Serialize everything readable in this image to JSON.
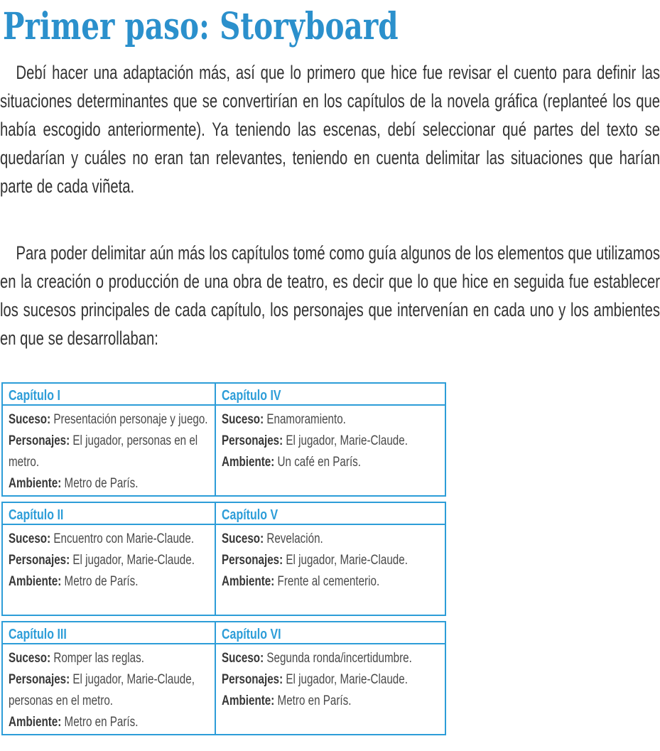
{
  "page": {
    "title": "Primer paso: Storyboard",
    "paragraphs": [
      "Debí hacer una adaptación más, así que lo primero que hice fue revisar el cuento para definir las situaciones determinantes que se convertirían en los capítulos de la novela gráfica (replanteé los que había escogido anteriormente). Ya teniendo las escenas, debí seleccionar qué partes del texto se quedarían y cuáles no eran tan relevantes, teniendo en cuenta delimitar las situaciones que harían parte de cada viñeta.",
      "Para poder delimitar aún más los capítulos tomé como guía algunos de los elementos que utilizamos en la creación o producción de una obra de teatro, es decir que lo que hice en seguida fue establecer los sucesos principales de cada capítulo, los personajes que intervenían en cada uno y los ambientes en que se desarrollaban:"
    ]
  },
  "table": {
    "sections": [
      {
        "title": "Capítulo I",
        "entries": [
          {
            "label": "Suceso:",
            "value": "Presentación personaje y juego."
          },
          {
            "label": "Personajes:",
            "value": "El jugador, personas en el metro."
          },
          {
            "label": "Ambiente:",
            "value": "Metro de París."
          }
        ]
      },
      {
        "title": "Capítulo IV",
        "entries": [
          {
            "label": "Suceso:",
            "value": "Enamoramiento."
          },
          {
            "label": "Personajes:",
            "value": "El jugador, Marie-Claude."
          },
          {
            "label": "Ambiente:",
            "value": "Un café en París."
          }
        ]
      },
      {
        "title": "Capítulo II",
        "entries": [
          {
            "label": "Suceso:",
            "value": "Encuentro con Marie-Claude."
          },
          {
            "label": "Personajes:",
            "value": "El jugador, Marie-Claude."
          },
          {
            "label": "Ambiente:",
            "value": "Metro de París."
          }
        ]
      },
      {
        "title": "Capítulo V",
        "entries": [
          {
            "label": "Suceso:",
            "value": "Revelación."
          },
          {
            "label": "Personajes:",
            "value": "El jugador, Marie-Claude."
          },
          {
            "label": "Ambiente:",
            "value": "Frente al cementerio."
          }
        ]
      },
      {
        "title": "Capítulo III",
        "entries": [
          {
            "label": "Suceso:",
            "value": "Romper las reglas."
          },
          {
            "label": "Personajes:",
            "value": "El jugador, Marie-Claude, personas en el metro."
          },
          {
            "label": "Ambiente:",
            "value": "Metro en París."
          }
        ]
      },
      {
        "title": "Capítulo VI",
        "entries": [
          {
            "label": "Suceso:",
            "value": "Segunda ronda/incertidumbre."
          },
          {
            "label": "Personajes:",
            "value": "El jugador, Marie-Claude."
          },
          {
            "label": "Ambiente:",
            "value": "Metro en París."
          }
        ]
      }
    ]
  },
  "colors": {
    "title_blue": "#2B90CC",
    "table_blue": "#2D9DD8",
    "text_dark": "#333333",
    "label_gray": "#383838",
    "value_gray": "#4A4A4A"
  }
}
